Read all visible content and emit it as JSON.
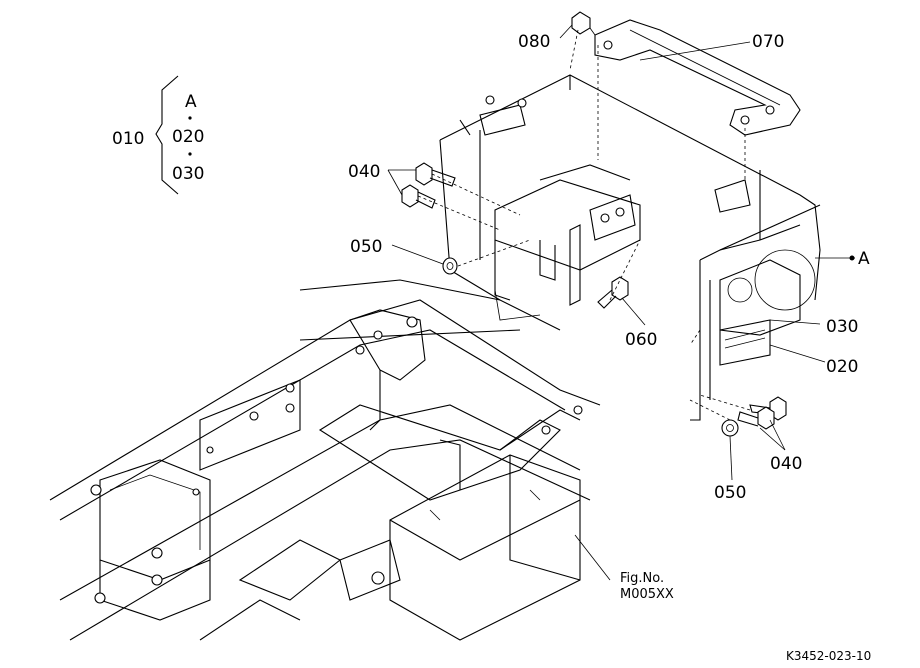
{
  "callouts": {
    "c080": "080",
    "c070": "070",
    "c040_top": "040",
    "c050_left": "050",
    "c060": "060",
    "c030": "030",
    "c020": "020",
    "c040_bottom": "040",
    "c050_bottom": "050",
    "ref_a": "A"
  },
  "legend": {
    "group": "010",
    "items": [
      "A",
      "020",
      "030"
    ]
  },
  "figure": {
    "line1": "Fig.No.",
    "line2": "M005XX"
  },
  "drawing_code": "K3452-023-10"
}
